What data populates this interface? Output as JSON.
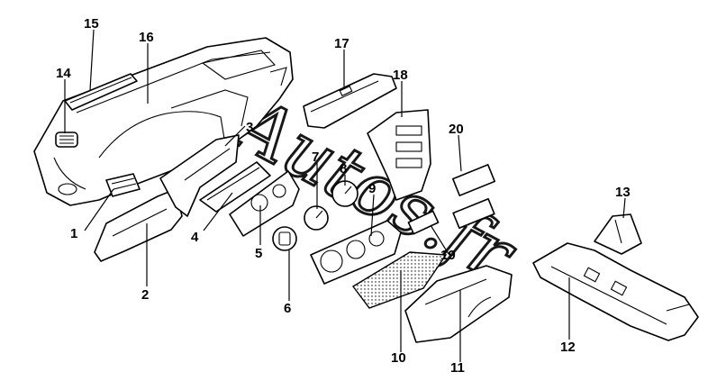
{
  "colors": {
    "ink": "#000000",
    "paper": "#ffffff"
  },
  "watermark": {
    "text": "Autos.fr"
  },
  "callouts": {
    "c1": "1",
    "c2": "2",
    "c3": "3",
    "c4": "4",
    "c5": "5",
    "c6": "6",
    "c7": "7",
    "c8": "8",
    "c9": "9",
    "c10": "10",
    "c11": "11",
    "c12": "12",
    "c13": "13",
    "c14": "14",
    "c15": "15",
    "c16": "16",
    "c17": "17",
    "c18": "18",
    "c19": "19",
    "c20": "20"
  }
}
